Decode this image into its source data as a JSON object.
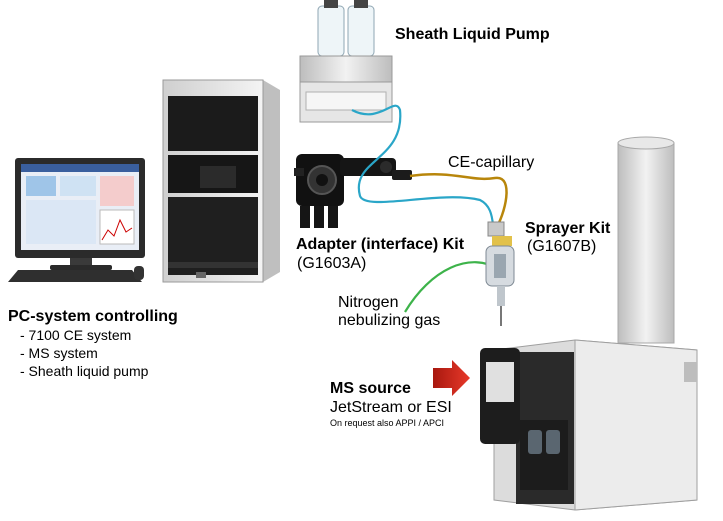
{
  "labels": {
    "sheath_pump": "Sheath Liquid Pump",
    "ce_capillary": "CE-capillary",
    "sprayer_kit_title": "Sprayer  Kit",
    "sprayer_kit_part": "(G1607B)",
    "adapter_kit_title": "Adapter (interface) Kit",
    "adapter_kit_part": "(G1603A)",
    "nitrogen_line1": "Nitrogen",
    "nitrogen_line2": "nebulizing gas",
    "pc_title": "PC-system controlling",
    "pc_items": [
      "- 7100 CE system",
      "- MS system",
      "- Sheath liquid pump"
    ],
    "ms_source_title": "MS source",
    "ms_source_sub": "JetStream or ESI",
    "ms_source_note": "On request also APPI / APCI"
  },
  "colors": {
    "capillary_line": "#b8860b",
    "sheath_line": "#2aa6c8",
    "nitrogen_line": "#3db34a",
    "arrow_red": "#d8291c",
    "instrument_grey": "#d9d9d9",
    "instrument_dark": "#1a1a1a"
  },
  "icons": {
    "pc": "computer-workstation",
    "ce": "capillary-electrophoresis-instrument",
    "pump": "sheath-liquid-pump",
    "adapter": "interface-adapter-kit",
    "sprayer": "sprayer-needle",
    "ms": "mass-spectrometer",
    "arrow": "right-arrow"
  }
}
